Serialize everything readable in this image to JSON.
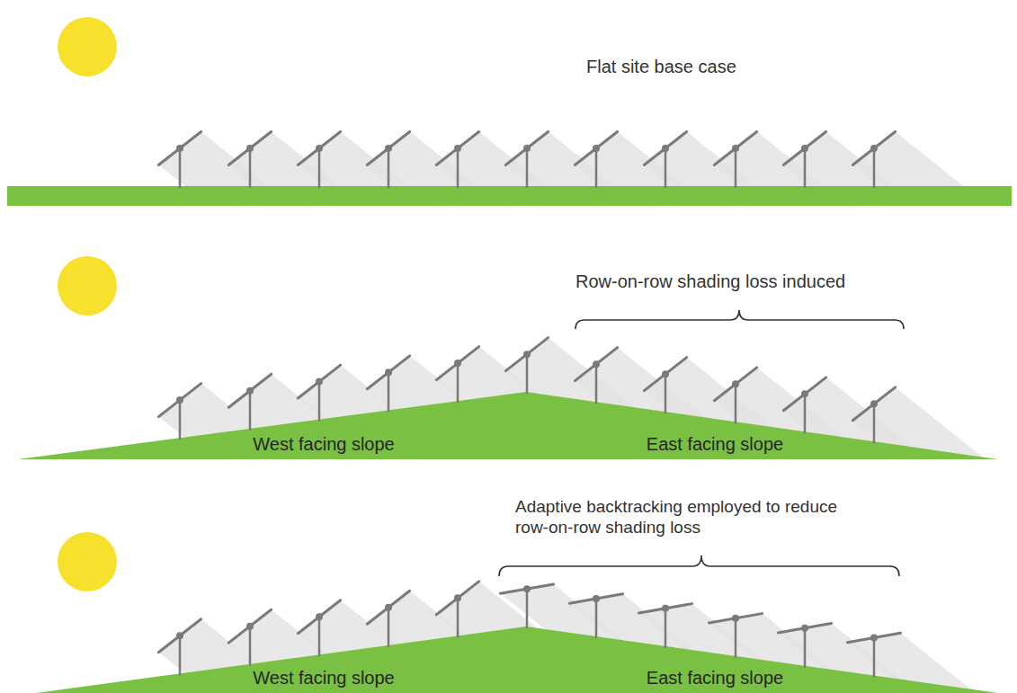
{
  "diagram": {
    "labels": [
      "Flat site base case",
      "Row-on-row shading loss induced",
      "West facing slope",
      "East facing slope",
      "Adaptive backtracking employed to reduce row-on-row shading loss",
      "West facing slope",
      "East facing slope"
    ]
  }
}
